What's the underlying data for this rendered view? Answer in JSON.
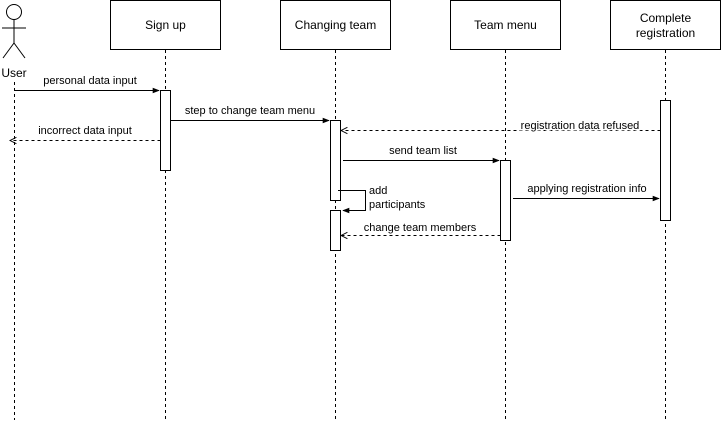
{
  "actor": {
    "label": "User"
  },
  "participants": [
    {
      "id": "signup",
      "label": "Sign up"
    },
    {
      "id": "changing",
      "label": "Changing team"
    },
    {
      "id": "teammenu",
      "label": "Team menu"
    },
    {
      "id": "complete",
      "label_line1": "Complete",
      "label_line2": "registration"
    }
  ],
  "messages": [
    {
      "id": "m1",
      "label": "personal data input",
      "from": "user",
      "to": "signup",
      "style": "solid"
    },
    {
      "id": "m2",
      "label": "step to change team menu",
      "from": "signup",
      "to": "changing",
      "style": "solid"
    },
    {
      "id": "m3",
      "label": "incorrect data input",
      "from": "signup",
      "to": "user",
      "style": "dashed"
    },
    {
      "id": "m4",
      "label": "registration data refused",
      "from": "complete",
      "to": "changing",
      "style": "dashed"
    },
    {
      "id": "m5",
      "label": "send team list",
      "from": "changing",
      "to": "teammenu",
      "style": "solid"
    },
    {
      "id": "m6",
      "label": "applying registration info",
      "from": "teammenu",
      "to": "complete",
      "style": "solid"
    },
    {
      "id": "m7",
      "label_line1": "add",
      "label_line2": "participants",
      "from": "changing",
      "to": "changing",
      "style": "solid"
    },
    {
      "id": "m8",
      "label": "change team members",
      "from": "teammenu",
      "to": "changing",
      "style": "dashed"
    }
  ]
}
